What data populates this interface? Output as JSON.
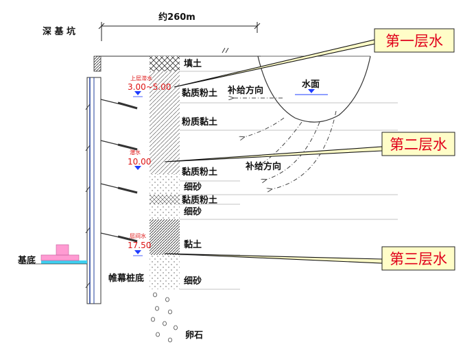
{
  "dimension": {
    "width_label": "约260m"
  },
  "pit": {
    "label": "深 基 坑"
  },
  "foundation": {
    "base_label": "基底",
    "curtain_bottom_label": "帷幕桩底"
  },
  "soil_layers": [
    {
      "name": "填土"
    },
    {
      "name": "黏质粉土"
    },
    {
      "name": "粉质黏土"
    },
    {
      "name": "黏质粉土"
    },
    {
      "name": "细砂"
    },
    {
      "name": "黏质粉土"
    },
    {
      "name": "细砂"
    },
    {
      "name": "黏土"
    },
    {
      "name": "细砂"
    },
    {
      "name": "卵石"
    }
  ],
  "water_levels": [
    {
      "type": "上层滞水",
      "depth": "3.00~5.00"
    },
    {
      "type": "潜水",
      "depth": "10.00"
    },
    {
      "type": "层间水",
      "depth": "17.50"
    }
  ],
  "river": {
    "water_surface_label": "水面"
  },
  "flow": {
    "recharge_label_1": "补给方向",
    "recharge_label_2": "补给方向"
  },
  "callouts": [
    {
      "text": "第一层水"
    },
    {
      "text": "第二层水"
    },
    {
      "text": "第三层水"
    }
  ],
  "colors": {
    "callout_text": "#e0001a",
    "callout_bg": "#fffdc8",
    "water_marker": "#1e3cff",
    "footing": "#ff9bd2",
    "base_slab": "#3fd0f0"
  }
}
